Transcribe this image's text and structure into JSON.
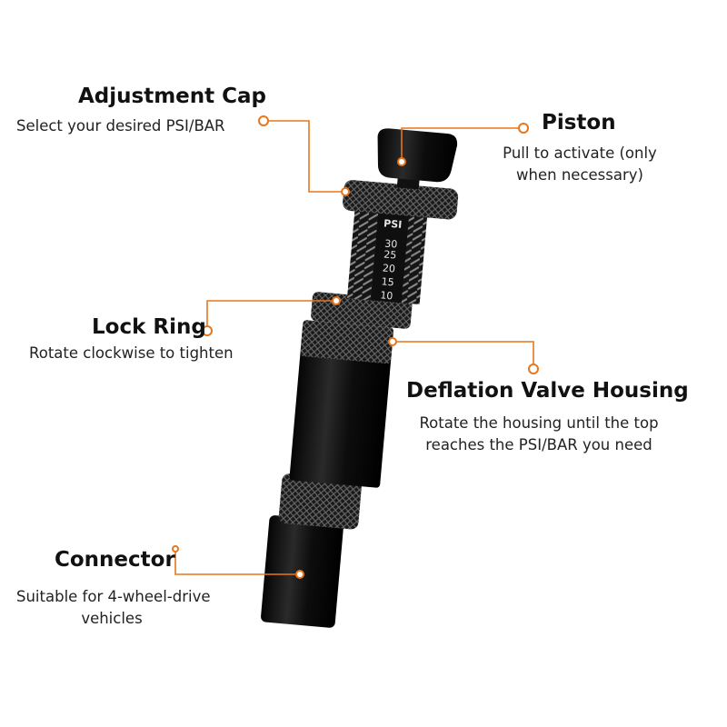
{
  "accent_color": "#e8761c",
  "scale": {
    "unit": "PSI",
    "ticks": [
      "30",
      "25",
      "20",
      "15",
      "10"
    ]
  },
  "callouts": {
    "adjustment_cap": {
      "title": "Adjustment Cap",
      "desc": "Select your desired PSI/BAR"
    },
    "piston": {
      "title": "Piston",
      "desc_line1": "Pull to activate (only",
      "desc_line2": "when necessary)"
    },
    "lock_ring": {
      "title": "Lock Ring",
      "desc": "Rotate clockwise to tighten"
    },
    "housing": {
      "title": "Deflation Valve Housing",
      "desc_line1": "Rotate the housing until the top",
      "desc_line2": "reaches the PSI/BAR you need"
    },
    "connector": {
      "title": "Connector",
      "desc_line1": "Suitable for 4-wheel-drive",
      "desc_line2": "vehicles"
    }
  }
}
